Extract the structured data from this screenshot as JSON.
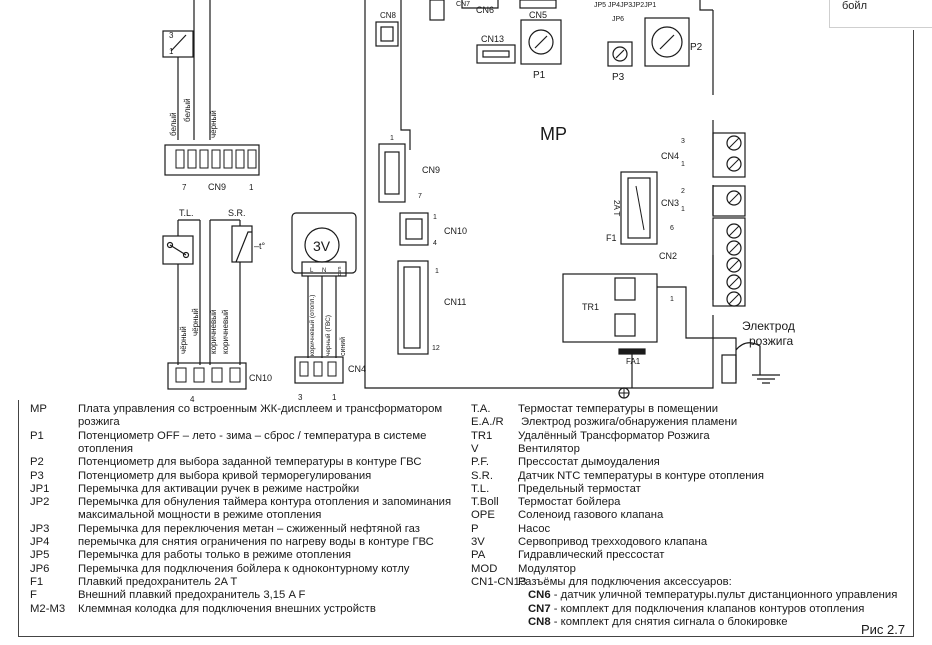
{
  "corner_note": "бойл",
  "figure_label": "Рис 2.7",
  "diagram": {
    "board": "MP",
    "connectors": {
      "cn8": "CN8",
      "cn7": "CN7",
      "cn6": "CN6",
      "cn5": "CN5",
      "cn13": "CN13",
      "cn9_board": "CN9",
      "cn10_board": "CN10",
      "cn11": "CN11",
      "cn4_board": "CN4",
      "cn3": "CN3",
      "cn2": "CN2",
      "cn9": "CN9",
      "cn10": "CN10",
      "cn4": "CN4"
    },
    "components": {
      "p1": "P1",
      "p2": "P2",
      "p3": "P3",
      "jp_row": "JP5 JP4JP3JP2JP1",
      "jp6": "JP6",
      "tr1": "TR1",
      "fa1": "FA1",
      "fuse": "F1",
      "fuse_rating": "2A T",
      "tl": "T.L.",
      "sr": "S.R.",
      "temp_symbol": "–t°",
      "valve": "3V",
      "electrode_line1": "Электрод",
      "electrode_line2": "розжига"
    },
    "pins": {
      "cn9_7": "7",
      "cn9_1": "1",
      "cn10_4": "4",
      "cn4_3": "3",
      "cn4_1": "1",
      "b_cn9_1": "1",
      "b_cn9_7": "7",
      "b_cn10_1": "1",
      "b_cn10_4": "4",
      "b_cn11_1": "1",
      "b_cn11_12": "12",
      "b_cn4_3": "3",
      "b_cn4_1": "1",
      "b_cn3_2": "2",
      "b_cn3_1": "1",
      "b_cn2_6": "6",
      "b_cn2_1": "1",
      "thermo_3": "3",
      "thermo_1": "1"
    },
    "wires": {
      "white1": "белый",
      "white2": "белый",
      "black1": "чёрный",
      "black2": "чёрный",
      "black3": "чёрный",
      "brown1": "коричневый",
      "brown2": "коричневый",
      "v_brown": "коричневый (отопл.)",
      "v_black": "черный (ГВС)",
      "v_blue": "синий",
      "v_pin_l": "L",
      "v_pin_n": "N",
      "v_pin_c": "com"
    }
  },
  "legend_left": [
    {
      "key": "MP",
      "lines": [
        "Плата управления со встроенным ЖК-дисплеем и трансформатором",
        "розжига"
      ]
    },
    {
      "key": "P1",
      "lines": [
        "Потенциометр OFF – лето - зима – сброс / температура в системе",
        "отопления"
      ]
    },
    {
      "key": "P2",
      "lines": [
        "Потенциометр для выбора заданной температуры в контуре ГВС"
      ]
    },
    {
      "key": "P3",
      "lines": [
        "Потенциометр для выбора кривой терморегулирования"
      ]
    },
    {
      "key": "JP1",
      "lines": [
        "Перемычка для активации ручек в режиме настройки"
      ]
    },
    {
      "key": "JP2",
      "lines": [
        "Перемычка для обнуления таймера контура отопления и запоминания",
        "максимальной мощности в режиме отопления"
      ]
    },
    {
      "key": "JP3",
      "lines": [
        "Перемычка для переключения метан – сжиженный нефтяной газ"
      ]
    },
    {
      "key": "JP4",
      "lines": [
        " перемычка для снятия ограничения по нагреву воды в контуре ГВС"
      ]
    },
    {
      "key": "JP5",
      "lines": [
        "Перемычка для работы только в режиме отопления"
      ]
    },
    {
      "key": "JP6",
      "lines": [
        "Перемычка для подключения бойлера к одноконтурному котлу"
      ]
    },
    {
      "key": "F1",
      "lines": [
        "Плавкий предохранитель 2A T"
      ]
    },
    {
      "key": "F",
      "lines": [
        "Внешний плавкий предохранитель 3,15 A F"
      ]
    },
    {
      "key": "M2-M3",
      "lines": [
        "Клеммная колодка для подключения внешних устройств"
      ]
    }
  ],
  "legend_right": [
    {
      "key": "T.A.",
      "value": "Термостат температуры в помещении"
    },
    {
      "key": "E.A./R",
      "value": "Электрод розжига/обнаружения пламени"
    },
    {
      "key": "TR1",
      "value": "Удалённый Трансформатор Розжига"
    },
    {
      "key": "V",
      "value": "Вентилятор"
    },
    {
      "key": "P.F.",
      "value": "Прессостат дымоудаления"
    },
    {
      "key": "S.R.",
      "value": "Датчик NTC температуры в контуре отопления"
    },
    {
      "key": "T.L.",
      "value": "Предельный термостат"
    },
    {
      "key": "T.Boll",
      "value": "Термостат бойлера"
    },
    {
      "key": "OPE",
      "value": "Соленоид газового клапана"
    },
    {
      "key": "P",
      "value": "Насос"
    },
    {
      "key": "3V",
      "value": "Сервопривод трехходового клапана"
    },
    {
      "key": "PA",
      "value": "Гидравлический прессостат"
    },
    {
      "key": "MOD",
      "value": "Модулятор"
    },
    {
      "key": "CN1-CN13",
      "value": "Разъёмы для подключения аксессуаров:"
    }
  ],
  "legend_sub": [
    {
      "key": "CN6",
      "value": " - датчик уличной температуры.пульт дистанционного управления"
    },
    {
      "key": "CN7",
      "value": " - комплект для подключения клапанов контуров отопления"
    },
    {
      "key": "CN8",
      "value": " - комплект для снятия сигнала о блокировке"
    }
  ]
}
